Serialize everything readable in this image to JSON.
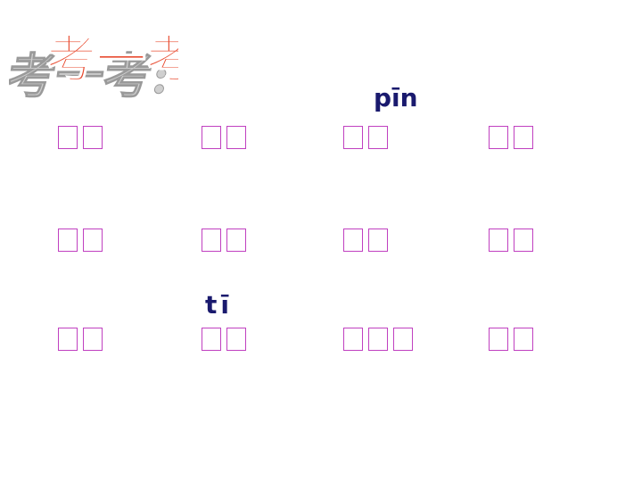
{
  "title": {
    "text": "考一考:",
    "fill_color": "#e8492e",
    "outline_color": "#ffffff",
    "shadow_color": "#c8c8c8"
  },
  "pinyin_hints": [
    "pīn",
    "tī"
  ],
  "grid": {
    "box_color": "#c040c0",
    "rows": [
      [
        2,
        2,
        2,
        2
      ],
      [
        2,
        2,
        2,
        2
      ],
      [
        2,
        2,
        3,
        2
      ]
    ]
  }
}
